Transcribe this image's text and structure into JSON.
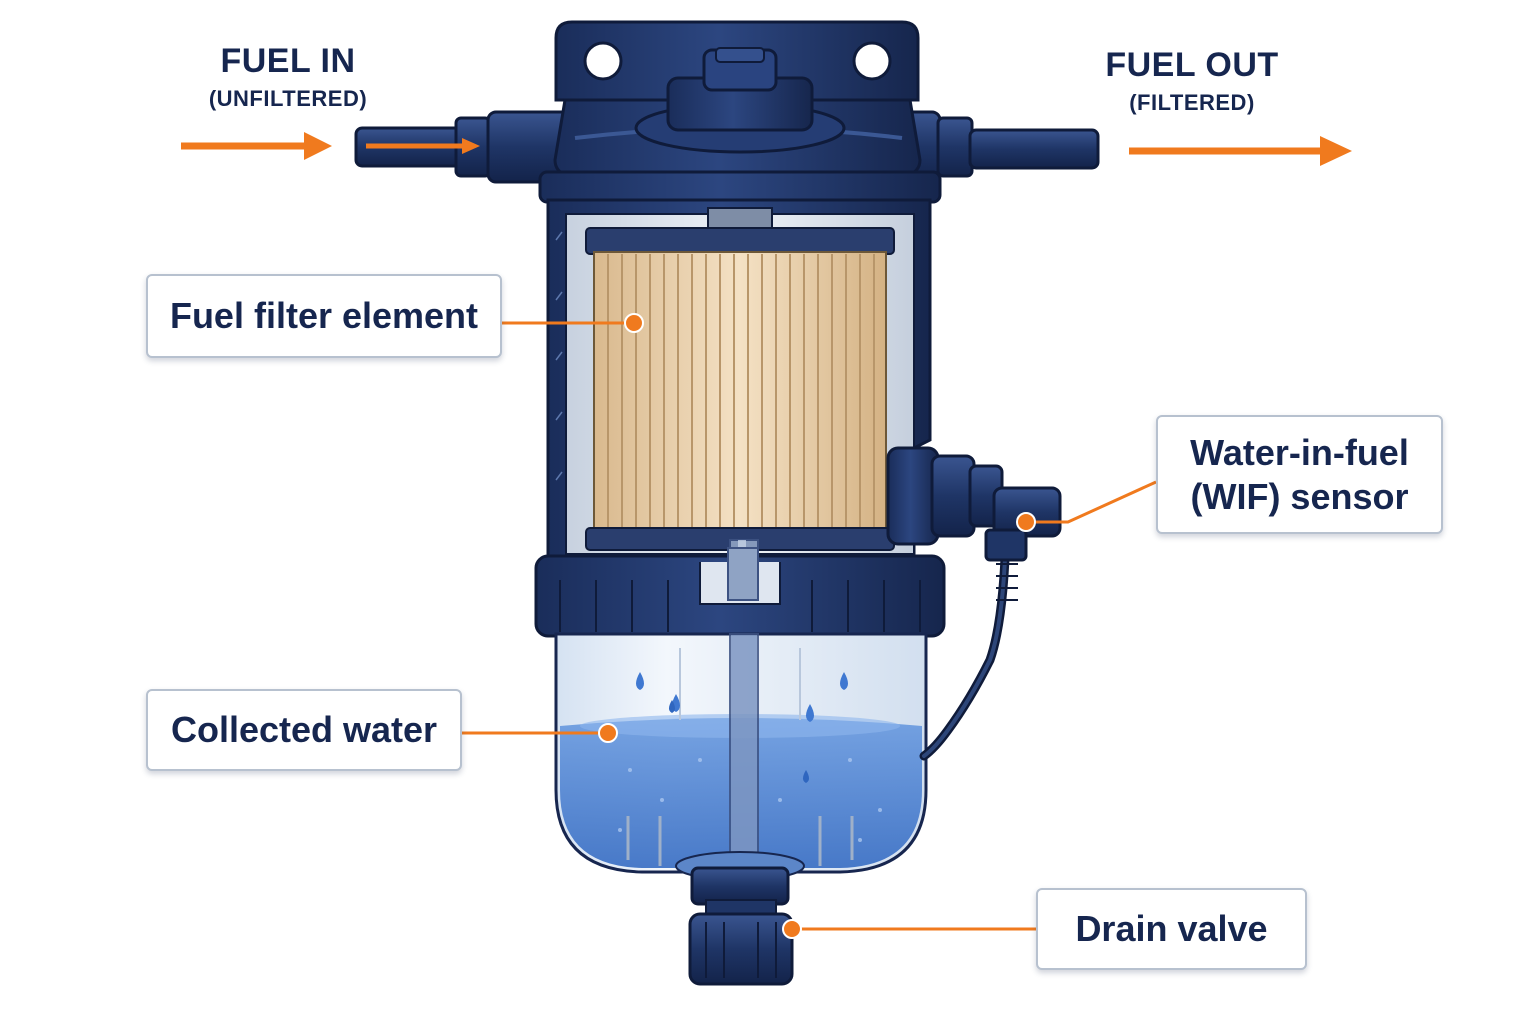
{
  "flow": {
    "inlet": {
      "title": "FUEL IN",
      "subtitle": "(UNFILTERED)"
    },
    "outlet": {
      "title": "FUEL OUT",
      "subtitle": "(FILTERED)"
    }
  },
  "callouts": {
    "filter_element": "Fuel filter element",
    "collected_water": "Collected water",
    "wif_sensor": "Water-in-fuel (WIF) sensor",
    "drain_valve": "Drain valve"
  },
  "colors": {
    "housing": "#1f3566",
    "housing_dark": "#13234a",
    "outline": "#0f1b3a",
    "filter_media": "#ecd3b0",
    "bowl_glass": "#e5eef8",
    "water": "#4d82d3",
    "arrow": "#f07a1e",
    "label_text": "#16264f"
  },
  "icons": {
    "flow_arrow": "right-arrow-icon",
    "water_drop": "water-drop-icon"
  }
}
